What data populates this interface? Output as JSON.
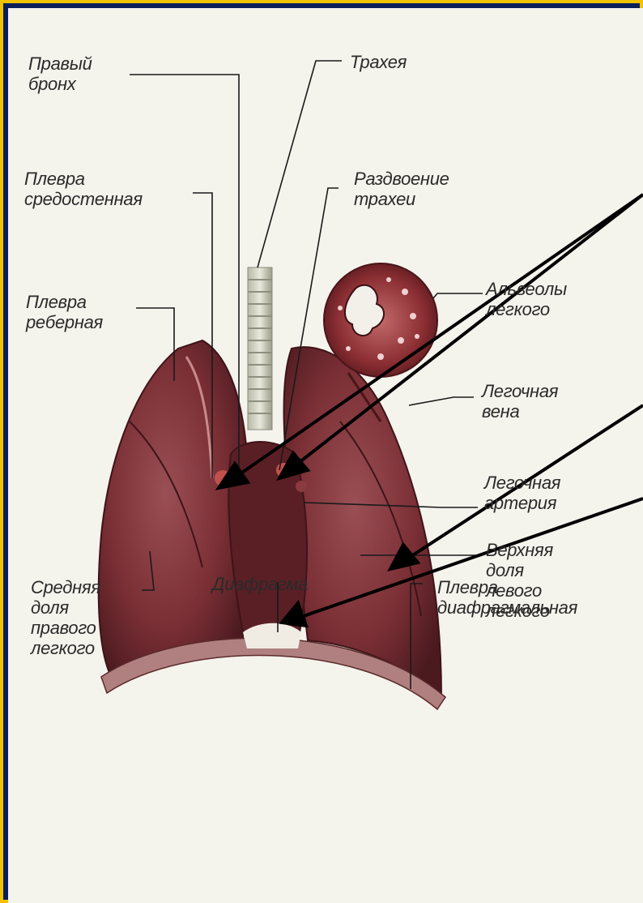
{
  "labels": {
    "right_bronchus": "Правый\nбронх",
    "trachea": "Трахея",
    "pleura_mediastinal": "Плевра\nсредостенная",
    "trachea_split": "Раздвоение\nтрахеи",
    "pleura_costal": "Плевра\nреберная",
    "alveoli": "Альвеолы\nлегкого",
    "pulmonary_vein": "Легочная\nвена",
    "pulmonary_artery": "Легочная\nартерия",
    "upper_lobe_left": "Верхняя\nдоля\nлевого\nлегкого",
    "middle_lobe_right": "Средняя\nдоля\nправого\nлегкого",
    "diaphragm": "Диафрагма",
    "pleura_diaphragmatic": "Плевра\nдиафрагмальная"
  },
  "colors": {
    "frame_border": "#f2c300",
    "background": "#0b1f5a",
    "panel": "#f4f3ec",
    "lung": "#7a2f35",
    "lung_dark": "#4a1a1f",
    "lung_light": "#a0555a",
    "arrow": "#000000"
  }
}
